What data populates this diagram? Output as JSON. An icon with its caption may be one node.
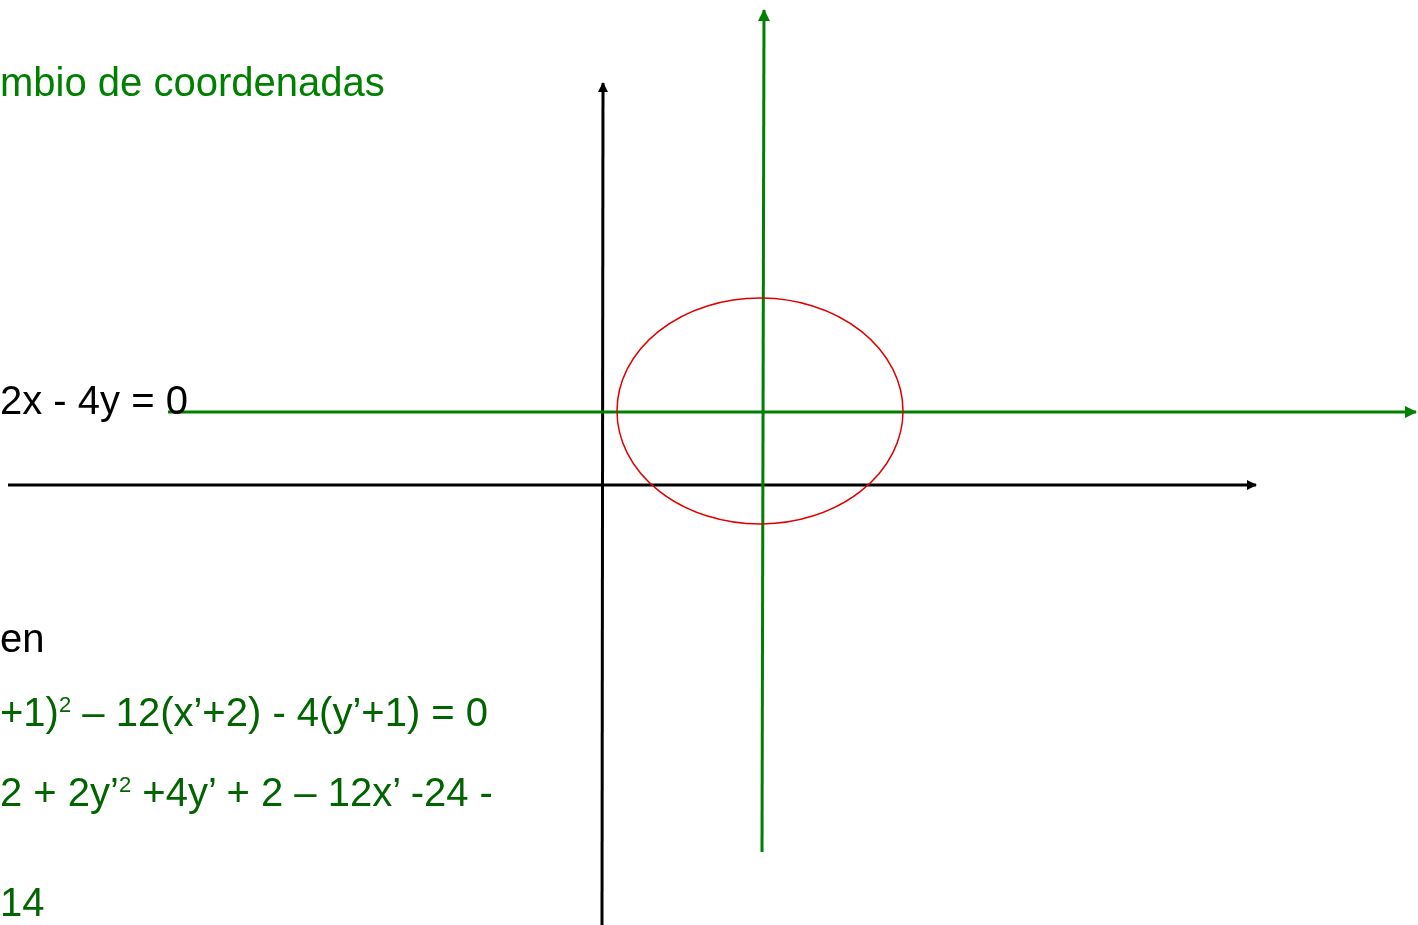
{
  "diagram": {
    "title": "mbio de coordenadas",
    "labels": [
      "2x - 4y = 0",
      "en",
      "+1)$^{2}$ – 12(x’+2) - 4(y’+1) = 0",
      "2 + 2y’$^{2}$ +4y’ + 2 – 12x’ -24 -",
      "14"
    ]
  }
}
